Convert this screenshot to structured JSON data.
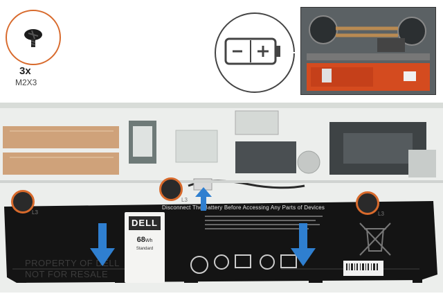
{
  "screw": {
    "quantity": "3x",
    "size": "M2X3"
  },
  "battery": {
    "warning": "Disconnect The Battery Before Accessing Any Parts of Devices",
    "brand": "DELL",
    "capacity": "68",
    "capacity_unit": "Wh",
    "type": "Standard",
    "watermark_line1": "PROPERTY OF DELL",
    "watermark_line2": "NOT FOR RESALE"
  },
  "screw_positions": [
    "L3",
    "L3",
    "L3"
  ],
  "colors": {
    "callout": "#d86a2c",
    "arrow": "#2f7fd0",
    "battery": "#141414"
  }
}
